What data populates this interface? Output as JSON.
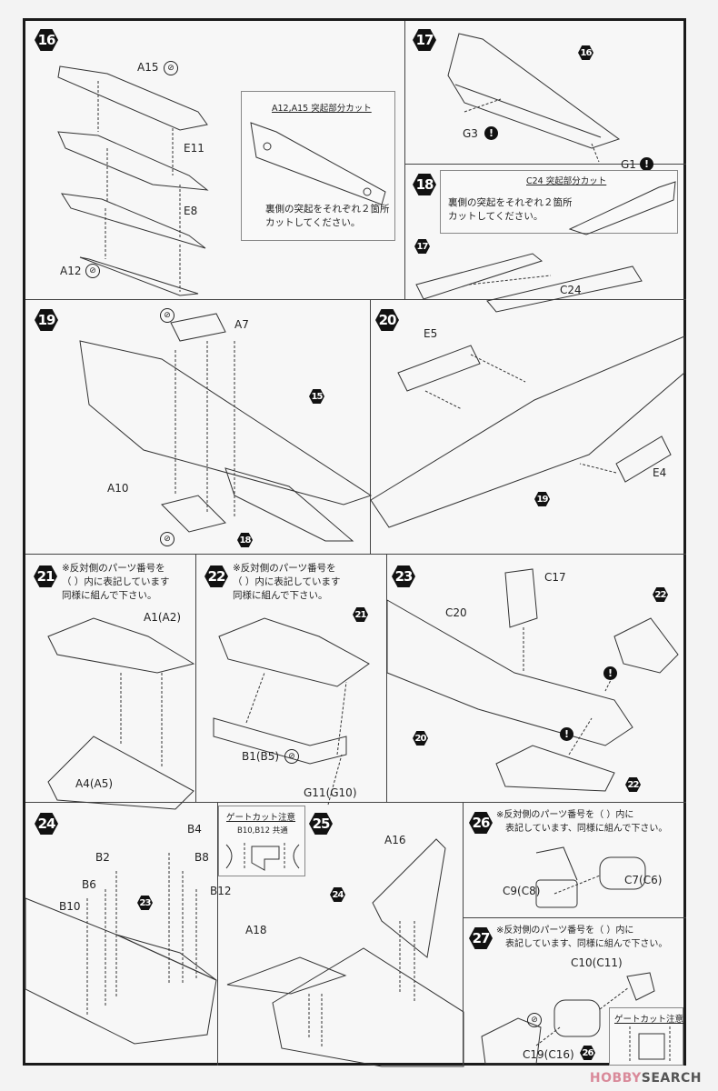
{
  "document": {
    "type": "model kit assembly instructions",
    "watermark": {
      "part1": "HOBBY",
      "part2": "SEARCH",
      "icon": "hobbysearch-logo-icon"
    }
  },
  "steps": [
    {
      "number": "16",
      "parts": [
        "A15",
        "E11",
        "E8",
        "A12"
      ],
      "gate_marks": [
        "A15",
        "A12"
      ],
      "callout": {
        "title": "A12,A15 突起部分カット",
        "text": "裏側の突起をそれぞれ２箇所\nカットしてください。"
      }
    },
    {
      "number": "17",
      "ref_step": "16",
      "parts": [
        "G3",
        "G1"
      ],
      "caution_parts": [
        "G3",
        "G1"
      ]
    },
    {
      "number": "18",
      "ref_step": "17",
      "parts": [
        "C24"
      ],
      "callout": {
        "title": "C24 突起部分カット",
        "text": "裏側の突起をそれぞれ２箇所\nカットしてください。"
      }
    },
    {
      "number": "19",
      "ref_steps": [
        "15",
        "18"
      ],
      "parts": [
        "A7",
        "A10"
      ]
    },
    {
      "number": "20",
      "ref_step": "19",
      "parts": [
        "E5",
        "E4"
      ]
    },
    {
      "number": "21",
      "note": "※反対側のパーツ番号を\n（ ）内に表記しています\n同様に組んで下さい。",
      "parts": [
        "A1(A2)",
        "A4(A5)"
      ]
    },
    {
      "number": "22",
      "ref_step": "21",
      "note": "※反対側のパーツ番号を\n（ ）内に表記しています\n同様に組んで下さい。",
      "parts": [
        "B1(B5)",
        "G11(G10)"
      ]
    },
    {
      "number": "23",
      "ref_steps": [
        "20",
        "22",
        "22"
      ],
      "parts": [
        "C17",
        "C20"
      ]
    },
    {
      "number": "24",
      "ref_step": "23",
      "parts": [
        "B4",
        "B2",
        "B8",
        "B6",
        "B12",
        "B10"
      ],
      "callout": {
        "title": "ゲートカット注意",
        "subtitle": "B10,B12 共通"
      }
    },
    {
      "number": "25",
      "ref_step": "24",
      "parts": [
        "A16",
        "A18"
      ]
    },
    {
      "number": "26",
      "note": "※反対側のパーツ番号を（ ）内に\n　表記しています、同様に組んで下さい。",
      "parts": [
        "C9(C8)",
        "C7(C6)"
      ]
    },
    {
      "number": "27",
      "ref_step": "26",
      "note": "※反対側のパーツ番号を（ ）内に\n　表記しています、同様に組んで下さい。",
      "parts": [
        "C10(C11)",
        "C19(C16)"
      ],
      "callout": {
        "title": "ゲートカット注意"
      }
    }
  ],
  "icons": {
    "caution": "!",
    "gate": "⊘"
  }
}
